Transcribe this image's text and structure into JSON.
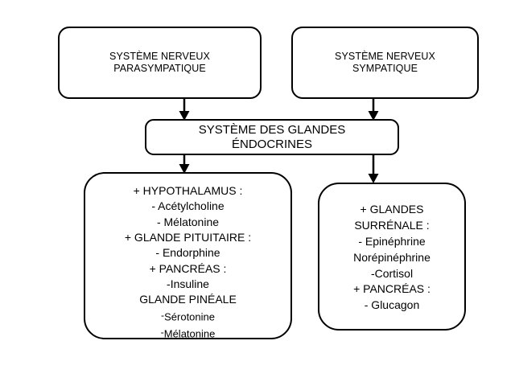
{
  "diagram": {
    "title": "Systeme nerveux et glandes endocrines",
    "background_color": "#ffffff",
    "stroke_color": "#000000",
    "nodes": {
      "parasympathetic": {
        "lines": [
          "SYSTÈME NERVEUX",
          "PARASYMPATIQUE"
        ]
      },
      "sympathetic": {
        "lines": [
          "SYSTÈME NERVEUX",
          "SYMPATIQUE"
        ]
      },
      "endocrine": {
        "lines": [
          "SYSTÈME DES GLANDES",
          "ÉNDOCRINES"
        ]
      },
      "left_glands": {
        "lines": [
          "+ HYPOTHALAMUS :",
          "- Acétylcholine",
          "- Mélatonine",
          "+ GLANDE PITUITAIRE :",
          "- Endorphine",
          "+ PANCRÉAS :",
          "-Insuline",
          "GLANDE PINÉALE",
          "Sérotonine",
          "Mélatonine"
        ]
      },
      "right_glands": {
        "lines": [
          "+ GLANDES",
          "SURRÉNALE :",
          "- Epinéphrine",
          "Norépinéphrine",
          "-Cortisol",
          "+ PANCRÉAS :",
          "- Glucagon"
        ]
      }
    },
    "connectors": [
      {
        "name": "parasympathetic-to-endocrine",
        "from": "parasympathetic",
        "to": "endocrine"
      },
      {
        "name": "sympathetic-to-endocrine",
        "from": "sympathetic",
        "to": "endocrine"
      },
      {
        "name": "endocrine-to-left-glands",
        "from": "endocrine",
        "to": "left_glands"
      },
      {
        "name": "endocrine-to-right-glands",
        "from": "endocrine",
        "to": "right_glands"
      }
    ]
  }
}
